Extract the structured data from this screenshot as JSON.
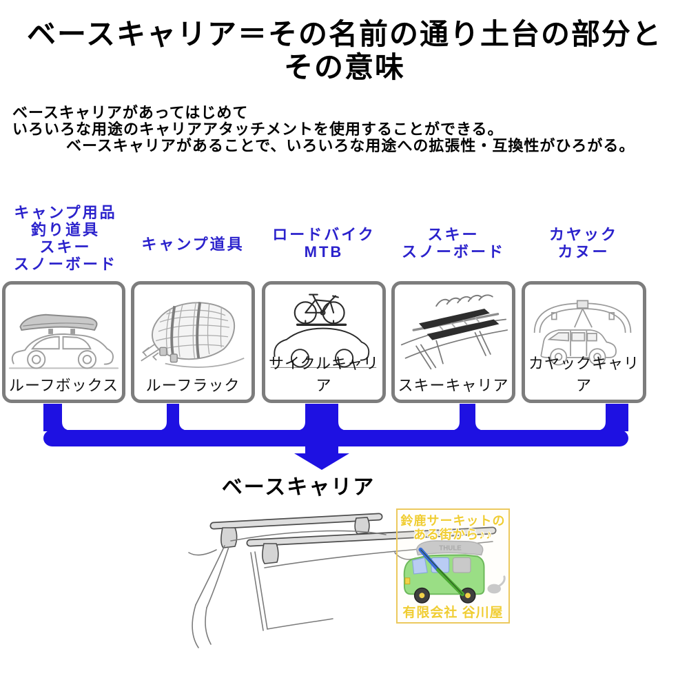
{
  "title": {
    "line1": "ベースキャリア＝その名前の通り土台の部分と",
    "line2": "その意味"
  },
  "intro": {
    "line1": "ベースキャリアがあってはじめて",
    "line2": "いろいろな用途のキャリアアタッチメントを使用することができる。",
    "line3": "ベースキャリアがあることで、いろいろな用途への拡張性・互換性がひろがる。"
  },
  "columns": [
    {
      "use": "キャンプ用品\n釣り道具\nスキー\nスノーボード",
      "carrier": "ルーフボックス",
      "icon": "roof-box-on-sedan"
    },
    {
      "use": "キャンプ道具",
      "carrier": "ルーフラック",
      "icon": "cargo-net-on-roof-rack"
    },
    {
      "use": "ロードバイク\nMTB",
      "carrier": "サイクルキャリア",
      "icon": "bicycle-on-sedan"
    },
    {
      "use": "スキー\nスノーボード",
      "carrier": "スキーキャリア",
      "icon": "ski-carrier-on-roof"
    },
    {
      "use": "カヤック\nカヌー",
      "carrier": "カヤックキャリア",
      "icon": "kayak-on-suv"
    }
  ],
  "base_label": "ベースキャリア",
  "watermark": {
    "line1": "鈴鹿サーキットの",
    "line2": "ある街から♪♪",
    "brand": "THULE",
    "company": "有限会社 谷川屋"
  },
  "colors": {
    "label_blue": "#2b22cc",
    "connector_blue": "#1e11e2",
    "box_border": "#7d7d7d",
    "watermark_border": "#ecc95e",
    "watermark_yellow": "#f0cd32",
    "van_green": "#9ade85"
  }
}
